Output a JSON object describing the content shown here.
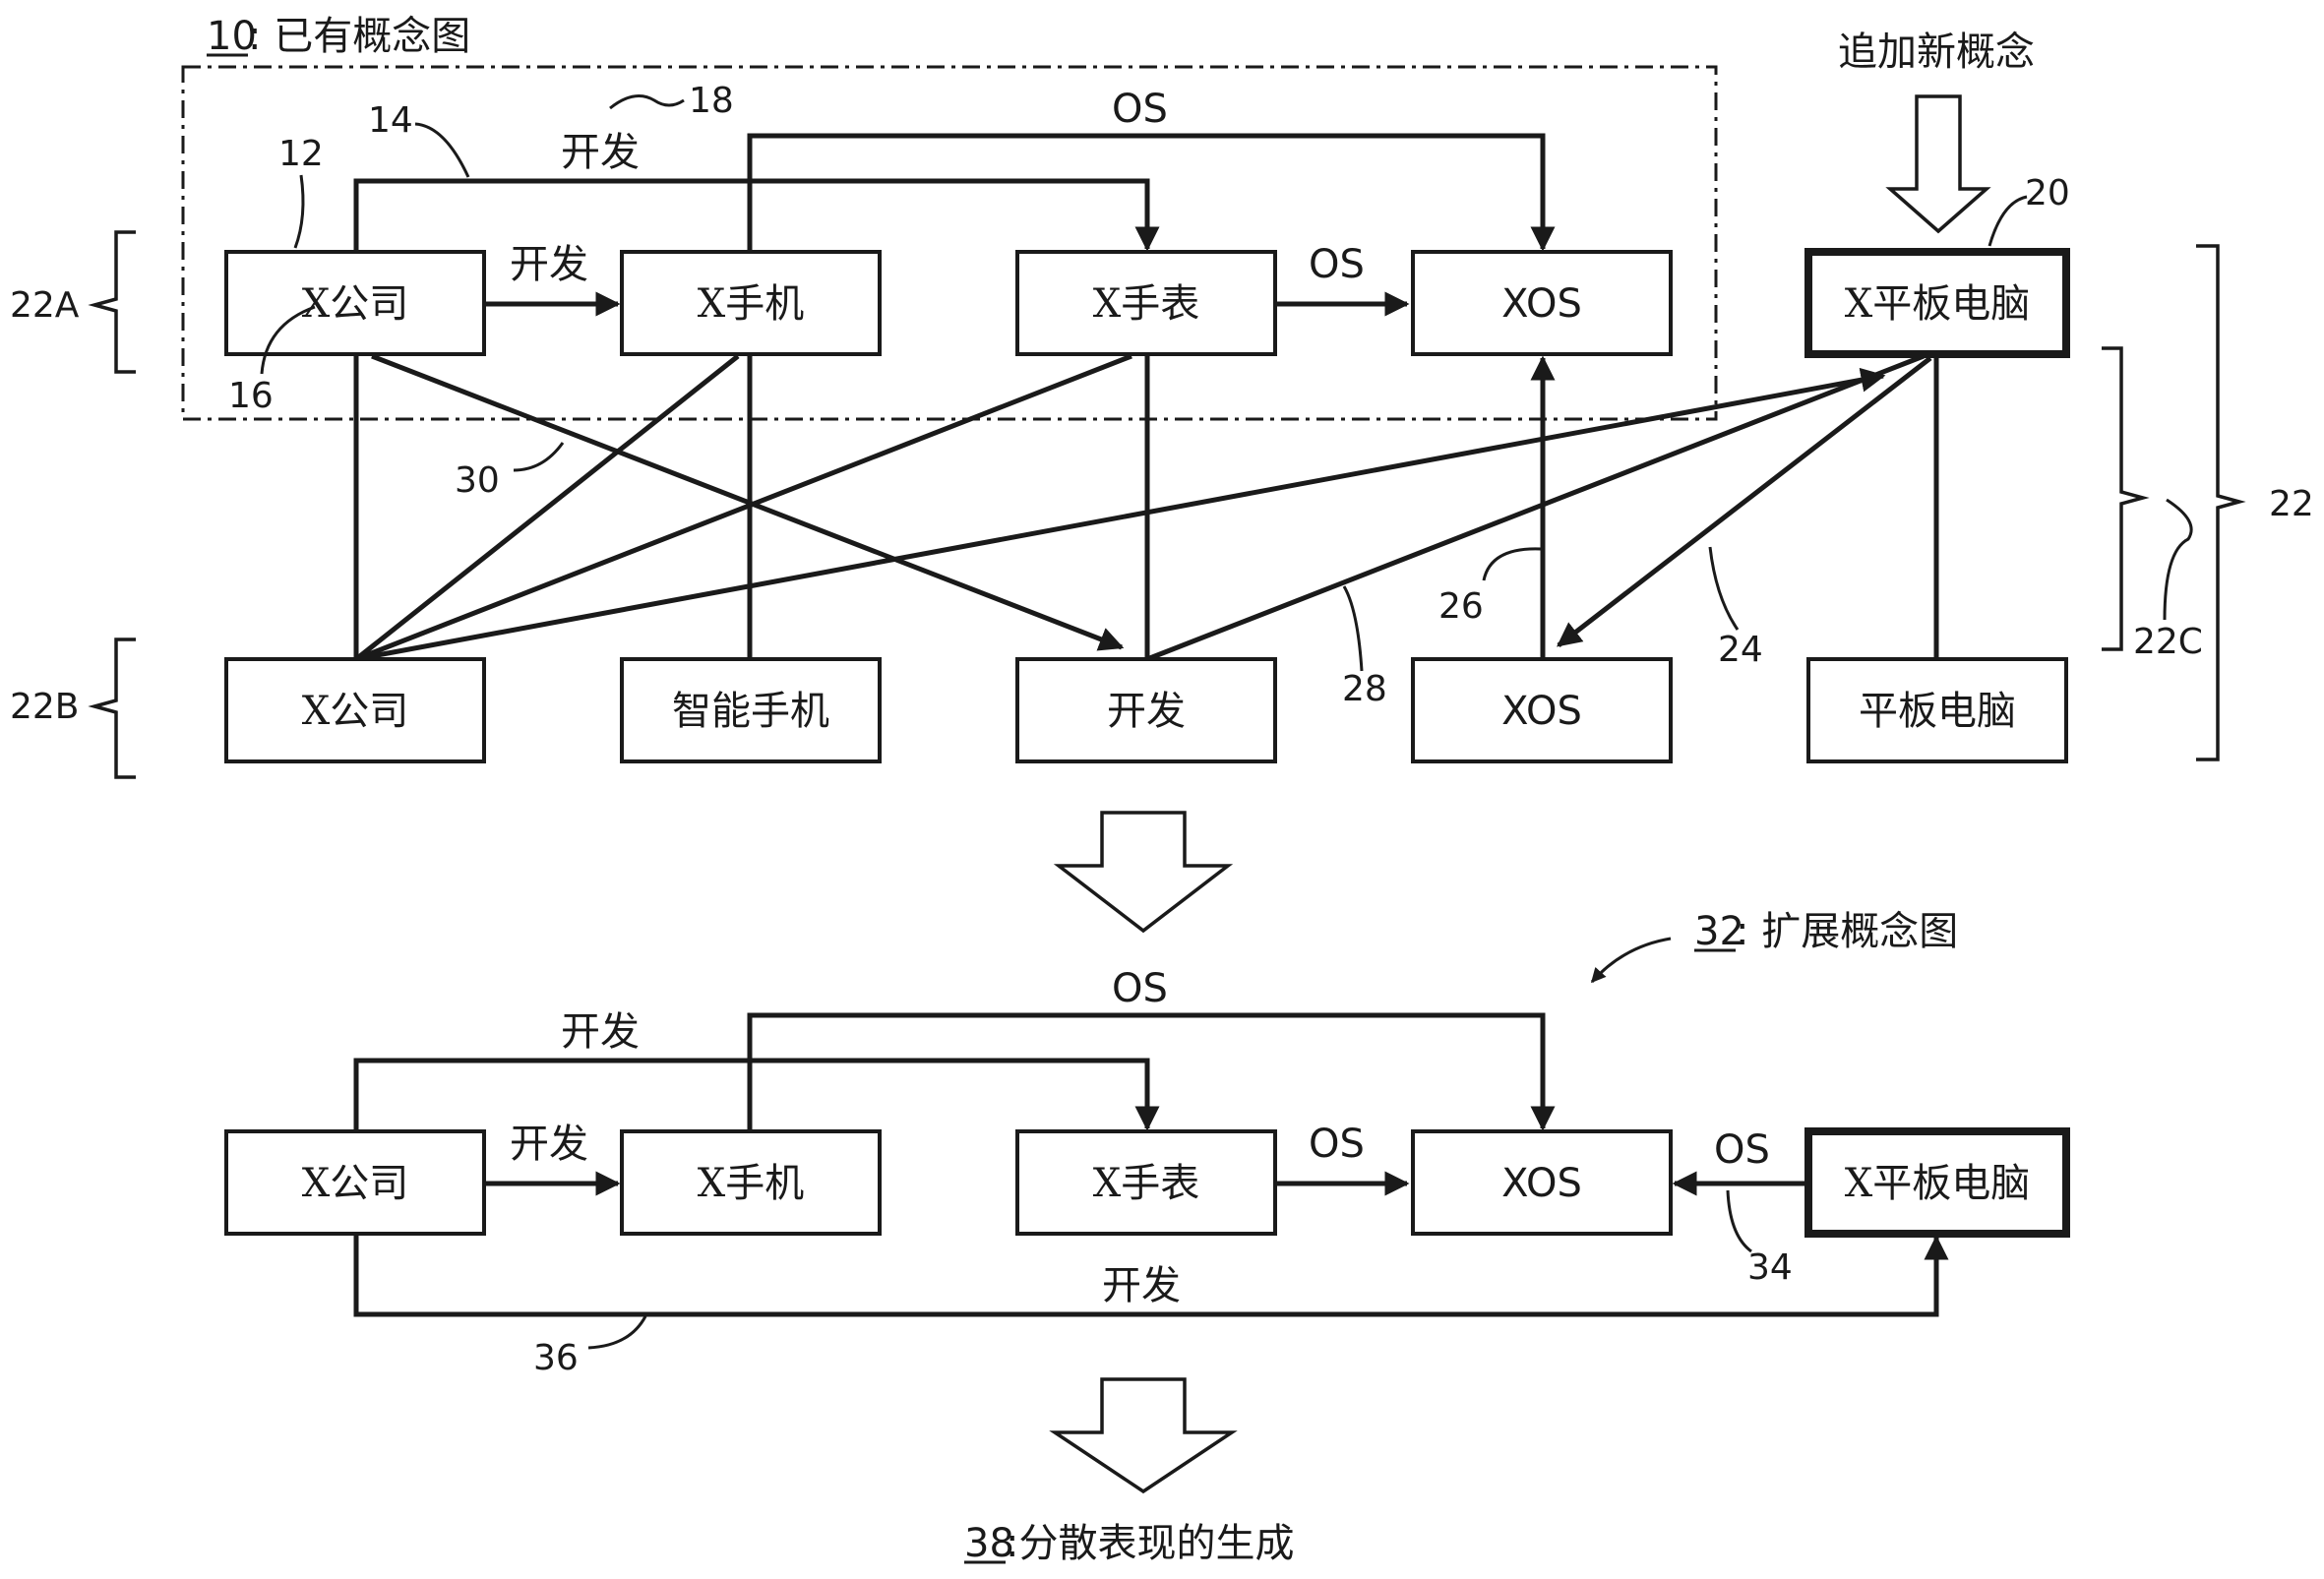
{
  "captions": {
    "existing_num": "10",
    "existing_text": ": 已有概念图",
    "add_concept": "追加新概念",
    "extended_num": "32",
    "extended_text": ": 扩展概念图",
    "distributed_num": "38",
    "distributed_text": ":分散表现的生成"
  },
  "nodes": {
    "x_company": "X公司",
    "x_phone": "X手机",
    "x_watch": "X手表",
    "xos": "XOS",
    "x_tablet": "X平板电脑",
    "x_company_b": "X公司",
    "smartphone": "智能手机",
    "develop_b": "开发",
    "xos_b": "XOS",
    "tablet": "平板电脑",
    "x_company_2": "X公司",
    "x_phone_2": "X手机",
    "x_watch_2": "X手表",
    "xos_2": "XOS",
    "x_tablet_2": "X平板电脑"
  },
  "edge_labels": {
    "develop_1": "开发",
    "develop_2": "开发",
    "os_1": "OS",
    "os_2": "OS",
    "develop_3": "开发",
    "develop_4": "开发",
    "os_3": "OS",
    "os_4": "OS",
    "os_5": "OS",
    "develop_5": "开发"
  },
  "refs": {
    "r12": "12",
    "r14": "14",
    "r16": "16",
    "r18": "18",
    "r20": "20",
    "r22": "22",
    "r22a": "22A",
    "r22b": "22B",
    "r22c": "22C",
    "r24": "24",
    "r26": "26",
    "r28": "28",
    "r30": "30",
    "r34": "34",
    "r36": "36"
  }
}
